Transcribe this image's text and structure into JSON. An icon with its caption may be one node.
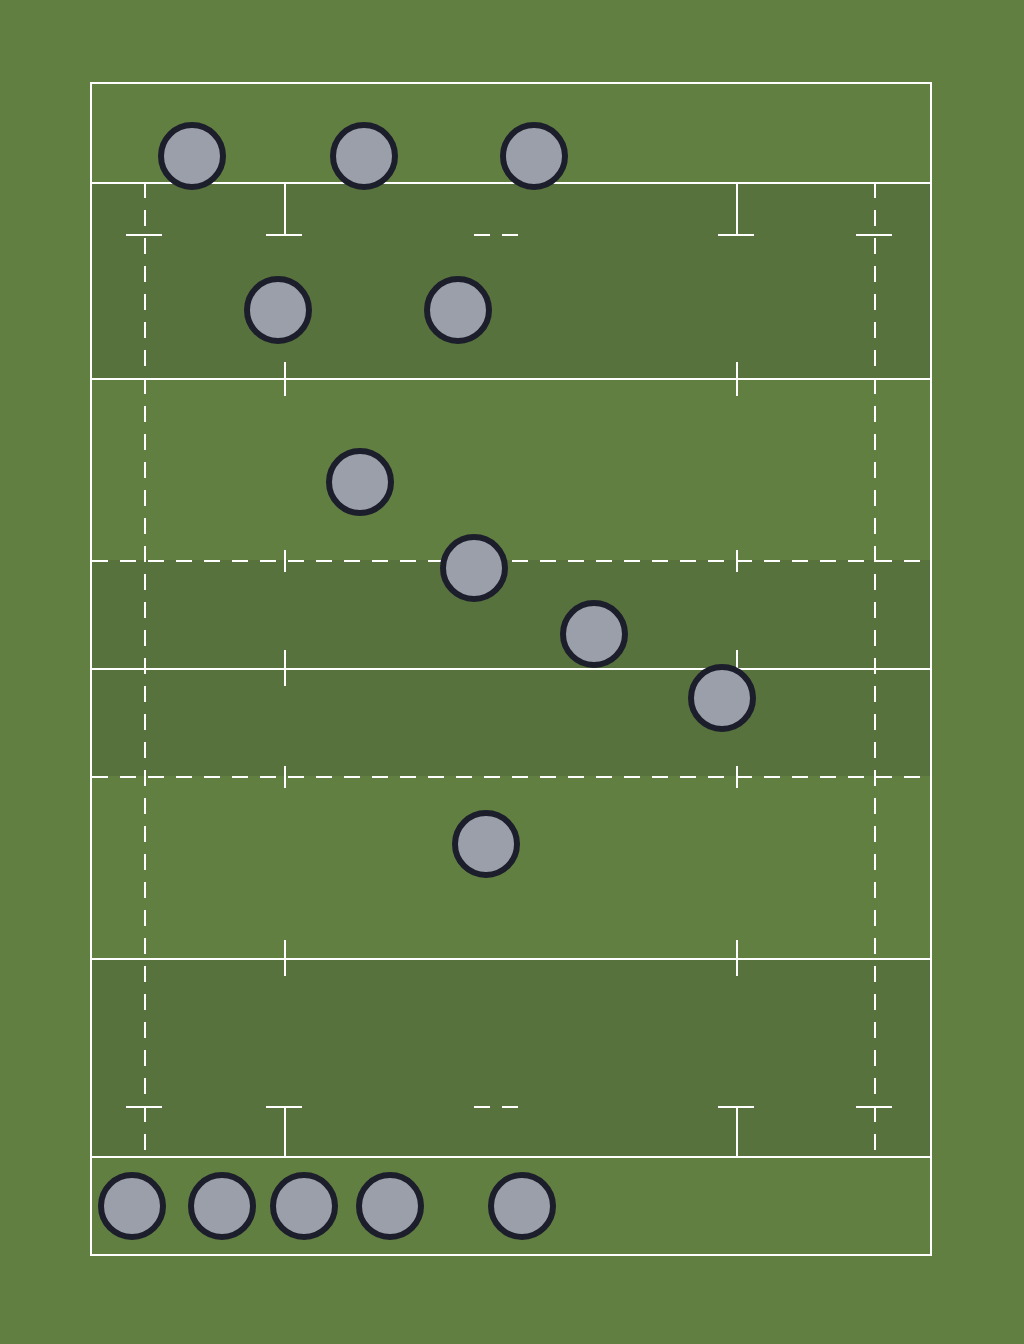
{
  "diagram": {
    "nodes": [
      {
        "text": [],
        "shape": "circle"
      },
      {
        "text": [],
        "shape": "circle"
      },
      {
        "text": [],
        "shape": "circle"
      },
      {
        "text": [],
        "shape": "circle"
      },
      {
        "text": [],
        "shape": "circle"
      },
      {
        "text": [],
        "shape": "circle"
      },
      {
        "text": [],
        "shape": "circle"
      },
      {
        "text": [],
        "shape": "circle"
      },
      {
        "text": [],
        "shape": "circle"
      },
      {
        "text": [],
        "shape": "circle"
      },
      {
        "text": [],
        "shape": "circle"
      },
      {
        "text": [],
        "shape": "circle"
      },
      {
        "text": [],
        "shape": "circle"
      },
      {
        "text": [],
        "shape": "circle"
      },
      {
        "text": [],
        "shape": "circle"
      }
    ]
  }
}
